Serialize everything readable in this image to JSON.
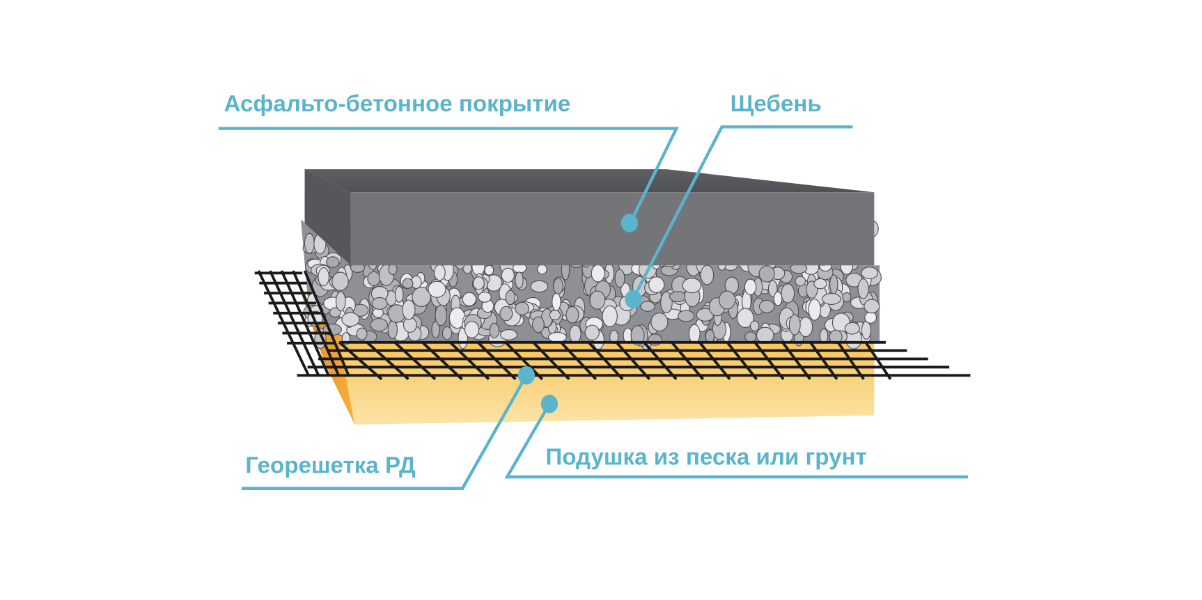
{
  "colors": {
    "accent": "#5ab4cc",
    "asphalt": "#6f7176",
    "sand": "#f8d98a",
    "sand_side": "#f0a030",
    "grid": "#1a1a1a"
  },
  "labels": {
    "asphalt": "Асфальто-бетонное покрытие",
    "gravel": "Щебень",
    "geogrid": "Георешетка РД",
    "sand": "Подушка из песка или грунт"
  }
}
